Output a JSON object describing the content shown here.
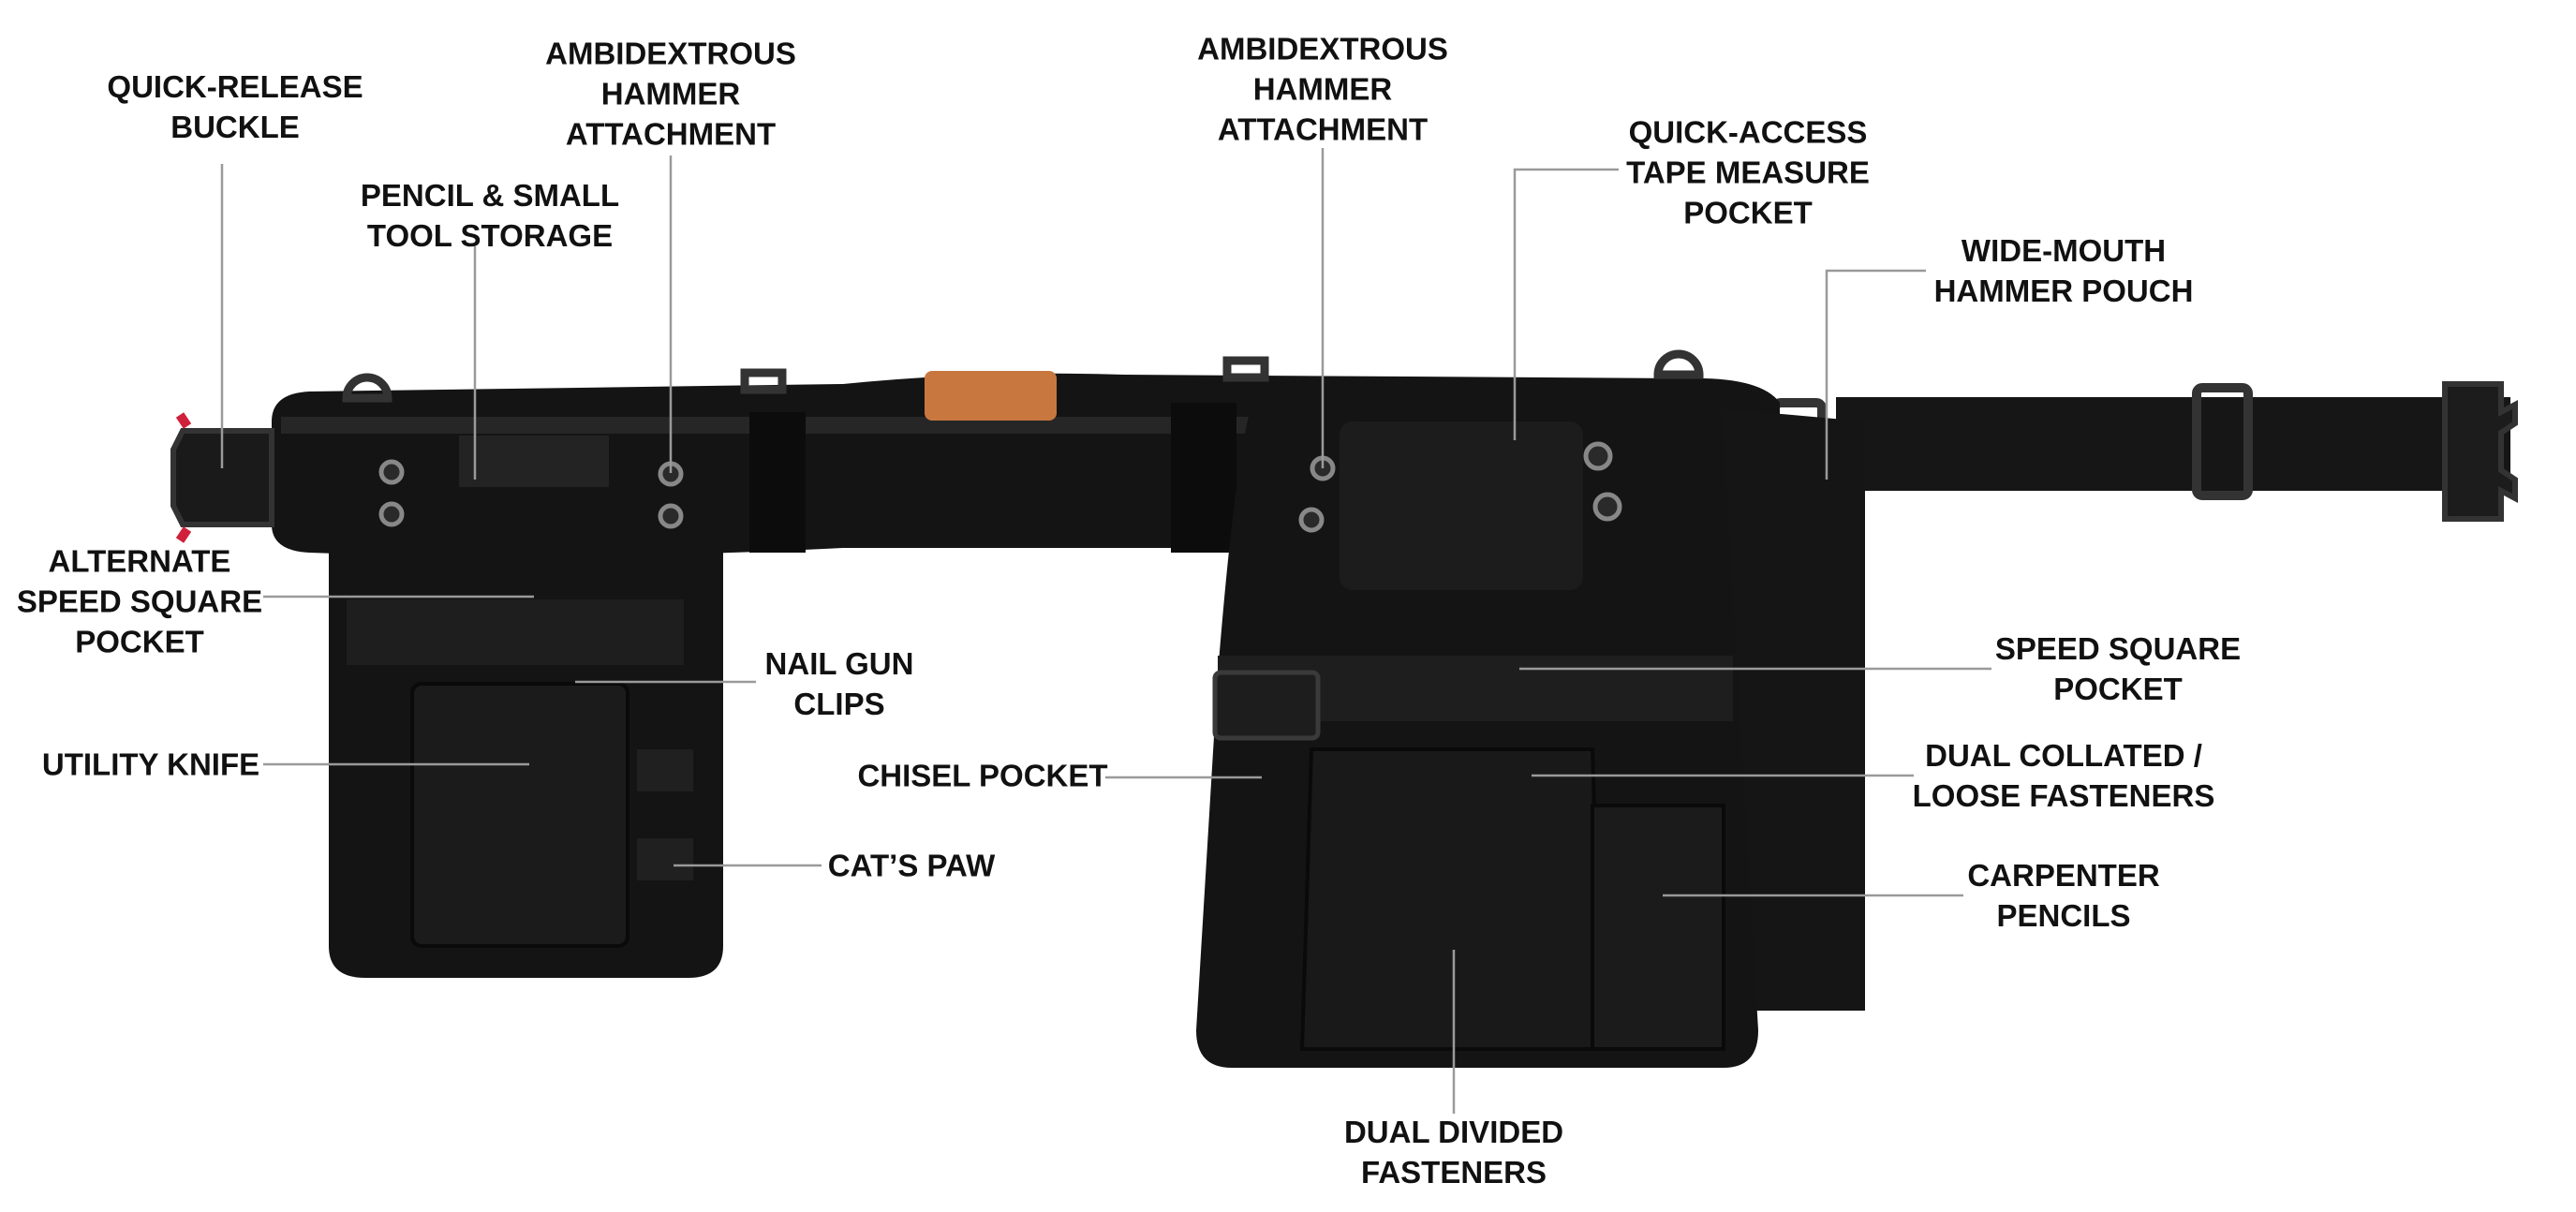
{
  "labels": {
    "quick_release_buckle": [
      "QUICK-RELEASE",
      "BUCKLE"
    ],
    "hammer_attachment_left": [
      "AMBIDEXTROUS",
      "HAMMER",
      "ATTACHMENT"
    ],
    "pencil_storage": [
      "PENCIL & SMALL",
      "TOOL STORAGE"
    ],
    "hammer_attachment_mid": [
      "AMBIDEXTROUS",
      "HAMMER",
      "ATTACHMENT"
    ],
    "tape_measure_pocket": [
      "QUICK-ACCESS",
      "TAPE MEASURE",
      "POCKET"
    ],
    "hammer_pouch": [
      "WIDE-MOUTH",
      "HAMMER POUCH"
    ],
    "alt_speed_square": [
      "ALTERNATE",
      "SPEED SQUARE",
      "POCKET"
    ],
    "nail_gun_clips": [
      "NAIL GUN",
      "CLIPS"
    ],
    "utility_knife": [
      "UTILITY KNIFE"
    ],
    "chisel_pocket": [
      "CHISEL POCKET"
    ],
    "cats_paw": [
      "CAT’S PAW"
    ],
    "speed_square": [
      "SPEED SQUARE",
      "POCKET"
    ],
    "dual_collated": [
      "DUAL COLLATED /",
      "LOOSE FASTENERS"
    ],
    "carpenter_pencils": [
      "CARPENTER",
      "PENCILS"
    ],
    "dual_divided": [
      "DUAL DIVIDED",
      "FASTENERS"
    ]
  },
  "colors": {
    "fabric": "#141414",
    "fabric_light": "#222222",
    "leather": "#c8773f",
    "buckle_accent": "#d0203a",
    "leader": "#9a9a9a"
  }
}
